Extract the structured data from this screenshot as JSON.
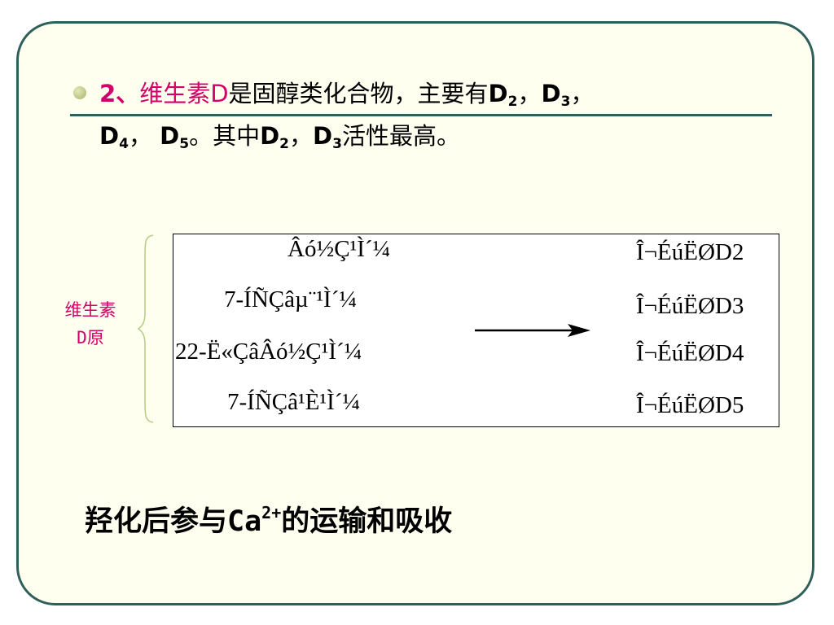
{
  "heading": {
    "number": "2、",
    "term": "维生素D",
    "rest1": "是固醇类化合物，主要有",
    "d": "D",
    "sub2": "2",
    "sub3": "3",
    "sub4": "4",
    "sub5": "5",
    "comma": "，",
    "comma_space": "，  ",
    "mid": "。其中",
    "tail": "活性最高。"
  },
  "side_label": {
    "line1": "维生素",
    "line2": "D原"
  },
  "table": {
    "left": [
      "Âó½Ç¹Ì´¼",
      "7-ÍÑÇâµ¨¹Ì´¼",
      "22-Ë«ÇâÂó½Ç¹Ì´¼",
      "7-ÍÑÇâ¹È¹Ì´¼"
    ],
    "right": [
      "Î¬ÉúËØD2",
      "Î¬ÉúËØD3",
      "Î¬ÉúËØD4",
      "Î¬ÉúËØD5"
    ]
  },
  "footer": {
    "main": "羟化后参与Ca",
    "sup": "2+",
    "tail": "的运输和吸收"
  },
  "colors": {
    "accent": "#d4006a",
    "frame": "#2f5f5a",
    "background": "#fffff0"
  }
}
